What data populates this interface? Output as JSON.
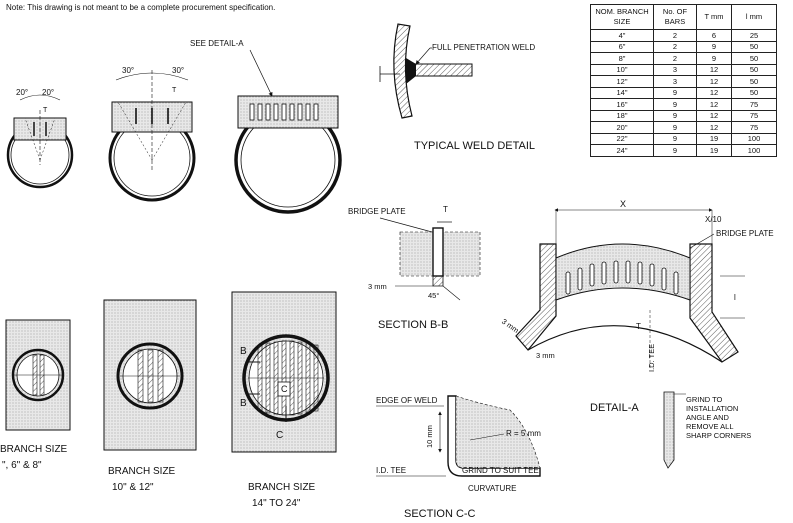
{
  "note": "Note: This drawing is not meant to be a complete procurement specification.",
  "table": {
    "headers": [
      "NOM. BRANCH SIZE",
      "No. OF BARS",
      "T mm",
      "l mm"
    ],
    "rows": [
      [
        "4\"",
        "2",
        "6",
        "25"
      ],
      [
        "6\"",
        "2",
        "9",
        "50"
      ],
      [
        "8\"",
        "2",
        "9",
        "50"
      ],
      [
        "10\"",
        "3",
        "12",
        "50"
      ],
      [
        "12\"",
        "3",
        "12",
        "50"
      ],
      [
        "14\"",
        "9",
        "12",
        "50"
      ],
      [
        "16\"",
        "9",
        "12",
        "75"
      ],
      [
        "18\"",
        "9",
        "12",
        "75"
      ],
      [
        "20\"",
        "9",
        "12",
        "75"
      ],
      [
        "22\"",
        "9",
        "19",
        "100"
      ],
      [
        "24\"",
        "9",
        "19",
        "100"
      ]
    ]
  },
  "top_views": {
    "angle_small_left": "20°",
    "angle_small_right": "20°",
    "angle_mid_left": "30°",
    "angle_mid_right": "30°",
    "t_label": "T",
    "see_detail": "SEE DETAIL-A"
  },
  "weld_detail": {
    "callout": "FULL PENETRATION WELD",
    "title": "TYPICAL WELD DETAIL"
  },
  "section_bb": {
    "bridge_plate": "BRIDGE PLATE",
    "t_label": "T",
    "dim_3mm": "3 mm",
    "angle": "45°",
    "title": "SECTION B-B"
  },
  "detail_a": {
    "x_label": "X",
    "x10_label": "X/10",
    "bridge_plate": "BRIDGE PLATE",
    "l_label": "l",
    "t_label": "T",
    "dim_3mm_a": "3 mm",
    "dim_3mm_b": "3 mm",
    "id_tee": "I.D. TEE",
    "title": "DETAIL-A",
    "grind_note": [
      "GRIND TO",
      "INSTALLATION",
      "ANGLE AND",
      "REMOVE ALL",
      "SHARP CORNERS"
    ]
  },
  "section_cc": {
    "edge_of_weld": "EDGE OF WELD",
    "dim_10mm": "10 mm",
    "radius": "R = 5 mm",
    "id_tee": "I.D. TEE",
    "grind_line1": "GRIND TO SUIT TEE",
    "grind_line2": "CURVATURE",
    "title": "SECTION C-C"
  },
  "plan_views": {
    "small_line1": "BRANCH SIZE",
    "small_line2": "\", 6\" & 8\"",
    "mid_line1": "BRANCH SIZE",
    "mid_line2": "10\" & 12\"",
    "large_line1": "BRANCH SIZE",
    "large_line2": "14\" TO 24\"",
    "b_upper": "B",
    "b_lower": "B",
    "c_upper": "C",
    "c_lower": "C"
  }
}
